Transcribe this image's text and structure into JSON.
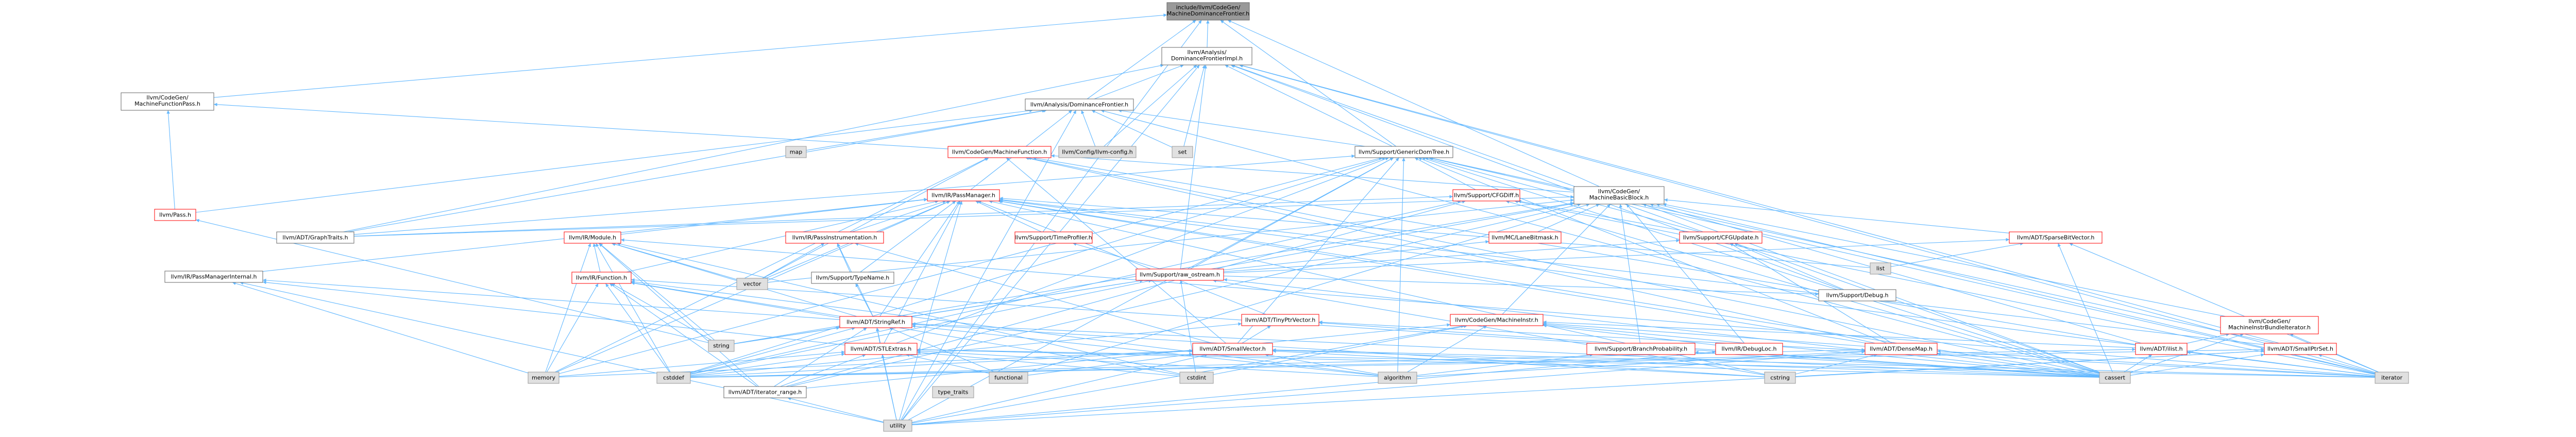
{
  "nodes": [
    {
      "id": "root",
      "label": "include/llvm/CodeGen/MachineDominanceFrontier.h",
      "style": "root"
    },
    {
      "id": "domfrontierimpl",
      "label": "llvm/Analysis/DominanceFrontierImpl.h",
      "style": "link"
    },
    {
      "id": "machinefunctionpass",
      "label": "llvm/CodeGen/MachineFunctionPass.h",
      "style": "link"
    },
    {
      "id": "domfrontier",
      "label": "llvm/Analysis/DominanceFrontier.h",
      "style": "link"
    },
    {
      "id": "map",
      "label": "map",
      "style": "sys"
    },
    {
      "id": "config",
      "label": "llvm/Config/llvm-config.h",
      "style": "sys"
    },
    {
      "id": "set",
      "label": "set",
      "style": "sys"
    },
    {
      "id": "cgmachinefunction",
      "label": "llvm/CodeGen/MachineFunction.h",
      "style": "red"
    },
    {
      "id": "genericdomtree",
      "label": "llvm/Support/GenericDomTree.h",
      "style": "link"
    },
    {
      "id": "irpassmanager",
      "label": "llvm/IR/PassManager.h",
      "style": "red"
    },
    {
      "id": "cfgdiff",
      "label": "llvm/Support/CFGDiff.h",
      "style": "red"
    },
    {
      "id": "machinebasicblock",
      "label": "llvm/CodeGen/MachineBasicBlock.h",
      "style": "link"
    },
    {
      "id": "pass",
      "label": "llvm/Pass.h",
      "style": "red"
    },
    {
      "id": "graphtraits",
      "label": "llvm/ADT/GraphTraits.h",
      "style": "link"
    },
    {
      "id": "irmodule",
      "label": "llvm/IR/Module.h",
      "style": "red"
    },
    {
      "id": "passinstr",
      "label": "llvm/IR/PassInstrumentation.h",
      "style": "red"
    },
    {
      "id": "timeprofiler",
      "label": "llvm/Support/TimeProfiler.h",
      "style": "red"
    },
    {
      "id": "lanebitmask",
      "label": "llvm/MC/LaneBitmask.h",
      "style": "red"
    },
    {
      "id": "cfgupdate",
      "label": "llvm/Support/CFGUpdate.h",
      "style": "red"
    },
    {
      "id": "sparsebitvector",
      "label": "llvm/ADT/SparseBitVector.h",
      "style": "red"
    },
    {
      "id": "list",
      "label": "list",
      "style": "sys"
    },
    {
      "id": "pmininternal",
      "label": "llvm/IR/PassManagerInternal.h",
      "style": "link"
    },
    {
      "id": "irfunction",
      "label": "llvm/IR/Function.h",
      "style": "red"
    },
    {
      "id": "vector",
      "label": "vector",
      "style": "sys"
    },
    {
      "id": "typename",
      "label": "llvm/Support/TypeName.h",
      "style": "link"
    },
    {
      "id": "rawostream",
      "label": "llvm/Support/raw_ostream.h",
      "style": "red"
    },
    {
      "id": "debug",
      "label": "llvm/Support/Debug.h",
      "style": "link"
    },
    {
      "id": "tinyptrvector",
      "label": "llvm/ADT/TinyPtrVector.h",
      "style": "red"
    },
    {
      "id": "machineinstr",
      "label": "llvm/CodeGen/MachineInstr.h",
      "style": "red"
    },
    {
      "id": "bundleiter",
      "label": "llvm/CodeGen/MachineInstrBundleIterator.h",
      "style": "red"
    },
    {
      "id": "stringref",
      "label": "llvm/ADT/StringRef.h",
      "style": "red"
    },
    {
      "id": "string",
      "label": "string",
      "style": "sys"
    },
    {
      "id": "stlextras",
      "label": "llvm/ADT/STLExtras.h",
      "style": "red"
    },
    {
      "id": "smallvector",
      "label": "llvm/ADT/SmallVector.h",
      "style": "red"
    },
    {
      "id": "branchprob",
      "label": "llvm/Support/BranchProbability.h",
      "style": "red"
    },
    {
      "id": "debugloc",
      "label": "llvm/IR/DebugLoc.h",
      "style": "red"
    },
    {
      "id": "densemap",
      "label": "llvm/ADT/DenseMap.h",
      "style": "red"
    },
    {
      "id": "ilist",
      "label": "llvm/ADT/ilist.h",
      "style": "red"
    },
    {
      "id": "smallptrset",
      "label": "llvm/ADT/SmallPtrSet.h",
      "style": "red"
    },
    {
      "id": "memory",
      "label": "memory",
      "style": "sys"
    },
    {
      "id": "cstddef",
      "label": "cstddef",
      "style": "sys"
    },
    {
      "id": "iterrange",
      "label": "llvm/ADT/iterator_range.h",
      "style": "link"
    },
    {
      "id": "typetraits",
      "label": "type_traits",
      "style": "sys"
    },
    {
      "id": "functional",
      "label": "functional",
      "style": "sys"
    },
    {
      "id": "cstdint",
      "label": "cstdint",
      "style": "sys"
    },
    {
      "id": "algorithm",
      "label": "algorithm",
      "style": "sys"
    },
    {
      "id": "cstring",
      "label": "cstring",
      "style": "sys"
    },
    {
      "id": "cassert",
      "label": "cassert",
      "style": "sys"
    },
    {
      "id": "iterator",
      "label": "iterator",
      "style": "sys"
    },
    {
      "id": "utility",
      "label": "utility",
      "style": "sys"
    }
  ],
  "edges": [
    [
      "root",
      "domfrontierimpl"
    ],
    [
      "root",
      "machinefunctionpass"
    ],
    [
      "root",
      "domfrontier"
    ],
    [
      "root",
      "machinebasicblock"
    ],
    [
      "root",
      "genericdomtree"
    ],
    [
      "root",
      "utility"
    ],
    [
      "domfrontierimpl",
      "domfrontier"
    ],
    [
      "domfrontierimpl",
      "genericdomtree"
    ],
    [
      "domfrontierimpl",
      "config"
    ],
    [
      "domfrontierimpl",
      "set"
    ],
    [
      "domfrontierimpl",
      "rawostream"
    ],
    [
      "domfrontierimpl",
      "debug"
    ],
    [
      "domfrontierimpl",
      "cassert"
    ],
    [
      "domfrontierimpl",
      "iterator"
    ],
    [
      "domfrontierimpl",
      "utility"
    ],
    [
      "domfrontierimpl",
      "graphtraits"
    ],
    [
      "domfrontierimpl",
      "smallptrset"
    ],
    [
      "machinefunctionpass",
      "cgmachinefunction"
    ],
    [
      "machinefunctionpass",
      "pass"
    ],
    [
      "domfrontier",
      "map"
    ],
    [
      "domfrontier",
      "config"
    ],
    [
      "domfrontier",
      "set"
    ],
    [
      "domfrontier",
      "genericdomtree"
    ],
    [
      "domfrontier",
      "graphtraits"
    ],
    [
      "domfrontier",
      "irpassmanager"
    ],
    [
      "domfrontier",
      "pass"
    ],
    [
      "domfrontier",
      "cassert"
    ],
    [
      "domfrontier",
      "utility"
    ],
    [
      "cgmachinefunction",
      "machinebasicblock"
    ],
    [
      "cgmachinefunction",
      "densemap"
    ],
    [
      "cgmachinefunction",
      "smallvector"
    ],
    [
      "cgmachinefunction",
      "ilist"
    ],
    [
      "cgmachinefunction",
      "memory"
    ],
    [
      "cgmachinefunction",
      "vector"
    ],
    [
      "cgmachinefunction",
      "cassert"
    ],
    [
      "genericdomtree",
      "cfgdiff"
    ],
    [
      "genericdomtree",
      "cfgupdate"
    ],
    [
      "genericdomtree",
      "rawostream"
    ],
    [
      "genericdomtree",
      "densemap"
    ],
    [
      "genericdomtree",
      "graphtraits"
    ],
    [
      "genericdomtree",
      "smallptrset"
    ],
    [
      "genericdomtree",
      "smallvector"
    ],
    [
      "genericdomtree",
      "stlextras"
    ],
    [
      "genericdomtree",
      "algorithm"
    ],
    [
      "genericdomtree",
      "cassert"
    ],
    [
      "genericdomtree",
      "cstddef"
    ],
    [
      "genericdomtree",
      "iterator"
    ],
    [
      "genericdomtree",
      "memory"
    ],
    [
      "genericdomtree",
      "type_traits_dummy"
    ],
    [
      "genericdomtree",
      "utility"
    ],
    [
      "irpassmanager",
      "irfunction"
    ],
    [
      "irpassmanager",
      "irmodule"
    ],
    [
      "irpassmanager",
      "passinstr"
    ],
    [
      "irpassmanager",
      "pmininternal"
    ],
    [
      "irpassmanager",
      "timeprofiler"
    ],
    [
      "irpassmanager",
      "typename"
    ],
    [
      "irpassmanager",
      "densemap"
    ],
    [
      "irpassmanager",
      "stlextras"
    ],
    [
      "irpassmanager",
      "smallptrset"
    ],
    [
      "irpassmanager",
      "stringref"
    ],
    [
      "irpassmanager",
      "tinyptrvector"
    ],
    [
      "irpassmanager",
      "cassert"
    ],
    [
      "irpassmanager",
      "cstring"
    ],
    [
      "irpassmanager",
      "iterator"
    ],
    [
      "irpassmanager",
      "list"
    ],
    [
      "irpassmanager",
      "memory"
    ],
    [
      "irpassmanager",
      "tuple_dummy"
    ],
    [
      "irpassmanager",
      "type_traits_dummy"
    ],
    [
      "irpassmanager",
      "utility"
    ],
    [
      "irpassmanager",
      "vector"
    ],
    [
      "cfgdiff",
      "graphtraits"
    ],
    [
      "cfgdiff",
      "iterrange"
    ],
    [
      "cfgdiff",
      "cfgupdate"
    ],
    [
      "cfgdiff",
      "cassert"
    ],
    [
      "cfgdiff",
      "cstddef"
    ],
    [
      "cfgdiff",
      "iterator"
    ],
    [
      "machinebasicblock",
      "graphtraits"
    ],
    [
      "machinebasicblock",
      "sparsebitvector"
    ],
    [
      "machinebasicblock",
      "ilist"
    ],
    [
      "machinebasicblock",
      "iterrange"
    ],
    [
      "machinebasicblock",
      "machineinstr"
    ],
    [
      "machinebasicblock",
      "bundleiter"
    ],
    [
      "machinebasicblock",
      "debugloc"
    ],
    [
      "machinebasicblock",
      "lanebitmask"
    ],
    [
      "machinebasicblock",
      "branchprob"
    ],
    [
      "machinebasicblock",
      "rawostream"
    ],
    [
      "machinebasicblock",
      "cassert"
    ],
    [
      "machinebasicblock",
      "functional"
    ],
    [
      "machinebasicblock",
      "iterator"
    ],
    [
      "machinebasicblock",
      "string"
    ],
    [
      "machinebasicblock",
      "vector"
    ],
    [
      "pass",
      "string"
    ],
    [
      "pmininternal",
      "stlextras"
    ],
    [
      "pmininternal",
      "stringref"
    ],
    [
      "pmininternal",
      "memory"
    ],
    [
      "pmininternal",
      "utility"
    ],
    [
      "irmodule",
      "irfunction"
    ],
    [
      "irmodule",
      "stringref"
    ],
    [
      "irmodule",
      "iterrange"
    ],
    [
      "irmodule",
      "cstddef"
    ],
    [
      "irmodule",
      "cstdint"
    ],
    [
      "irmodule",
      "iterator"
    ],
    [
      "irmodule",
      "memory"
    ],
    [
      "irmodule",
      "string"
    ],
    [
      "irmodule",
      "vector"
    ],
    [
      "irfunction",
      "stringref"
    ],
    [
      "irfunction",
      "iterrange"
    ],
    [
      "irfunction",
      "algorithm"
    ],
    [
      "irfunction",
      "cassert"
    ],
    [
      "irfunction",
      "cstddef"
    ],
    [
      "irfunction",
      "cstdint"
    ],
    [
      "irfunction",
      "memory"
    ],
    [
      "irfunction",
      "string"
    ],
    [
      "passinstr",
      "stringref"
    ],
    [
      "passinstr",
      "smallvector"
    ],
    [
      "passinstr",
      "typename"
    ],
    [
      "passinstr",
      "type_traits_dummy"
    ],
    [
      "passinstr",
      "vector"
    ],
    [
      "timeprofiler",
      "rawostream"
    ],
    [
      "typename",
      "stringref"
    ],
    [
      "lanebitmask",
      "rawostream"
    ],
    [
      "cfgupdate",
      "debug"
    ],
    [
      "cfgupdate",
      "rawostream"
    ],
    [
      "cfgupdate",
      "densemap"
    ],
    [
      "sparsebitvector",
      "rawostream"
    ],
    [
      "sparsebitvector",
      "cassert"
    ],
    [
      "sparsebitvector",
      "iterator"
    ],
    [
      "sparsebitvector",
      "list"
    ],
    [
      "rawostream",
      "stringref"
    ],
    [
      "rawostream",
      "cassert"
    ],
    [
      "rawostream",
      "cstddef"
    ],
    [
      "rawostream",
      "cstdint"
    ],
    [
      "rawostream",
      "cstring"
    ],
    [
      "rawostream",
      "string"
    ],
    [
      "rawostream",
      "type_traits_dummy"
    ],
    [
      "debug",
      "rawostream"
    ],
    [
      "tinyptrvector",
      "smallvector"
    ],
    [
      "tinyptrvector",
      "cassert"
    ],
    [
      "tinyptrvector",
      "cstddef"
    ],
    [
      "tinyptrvector",
      "iterator"
    ],
    [
      "tinyptrvector",
      "type_traits_dummy"
    ],
    [
      "machineinstr",
      "densemap"
    ],
    [
      "machineinstr",
      "ilist"
    ],
    [
      "machineinstr",
      "iterrange"
    ],
    [
      "machineinstr",
      "debugloc"
    ],
    [
      "machineinstr",
      "algorithm"
    ],
    [
      "machineinstr",
      "cassert"
    ],
    [
      "machineinstr",
      "cstdint"
    ],
    [
      "machineinstr",
      "utility"
    ],
    [
      "bundleiter",
      "ilist"
    ],
    [
      "bundleiter",
      "cassert"
    ],
    [
      "bundleiter",
      "iterator"
    ],
    [
      "bundleiter",
      "type_traits_dummy"
    ],
    [
      "stringref",
      "stlextras"
    ],
    [
      "stringref",
      "iterrange"
    ],
    [
      "stringref",
      "algorithm"
    ],
    [
      "stringref",
      "cassert"
    ],
    [
      "stringref",
      "cstddef"
    ],
    [
      "stringref",
      "cstring"
    ],
    [
      "stringref",
      "functional"
    ],
    [
      "stringref",
      "string"
    ],
    [
      "stringref",
      "utility"
    ],
    [
      "stlextras",
      "iterrange"
    ],
    [
      "stlextras",
      "algorithm"
    ],
    [
      "stlextras",
      "cassert"
    ],
    [
      "stlextras",
      "cstddef"
    ],
    [
      "stlextras",
      "cstdint"
    ],
    [
      "stlextras",
      "cstdlib_dummy"
    ],
    [
      "stlextras",
      "functional"
    ],
    [
      "stlextras",
      "iterator"
    ],
    [
      "stlextras",
      "memory"
    ],
    [
      "stlextras",
      "type_traits_dummy"
    ],
    [
      "stlextras",
      "utility"
    ],
    [
      "smallvector",
      "algorithm"
    ],
    [
      "smallvector",
      "cassert"
    ],
    [
      "smallvector",
      "cstddef"
    ],
    [
      "smallvector",
      "cstring"
    ],
    [
      "smallvector",
      "functional"
    ],
    [
      "smallvector",
      "iterator"
    ],
    [
      "smallvector",
      "memory"
    ],
    [
      "smallvector",
      "type_traits_dummy"
    ],
    [
      "smallvector",
      "utility"
    ],
    [
      "branchprob",
      "algorithm"
    ],
    [
      "branchprob",
      "cassert"
    ],
    [
      "debugloc",
      "utility"
    ],
    [
      "densemap",
      "algorithm"
    ],
    [
      "densemap",
      "cassert"
    ],
    [
      "densemap",
      "cstddef"
    ],
    [
      "densemap",
      "cstring"
    ],
    [
      "densemap",
      "iterator"
    ],
    [
      "densemap",
      "type_traits_dummy"
    ],
    [
      "densemap",
      "utility"
    ],
    [
      "ilist",
      "cassert"
    ],
    [
      "ilist",
      "cstddef"
    ],
    [
      "ilist",
      "iterator"
    ],
    [
      "smallptrset",
      "cassert"
    ],
    [
      "smallptrset",
      "cstddef"
    ],
    [
      "smallptrset",
      "cstring"
    ],
    [
      "smallptrset",
      "iterator"
    ],
    [
      "smallptrset",
      "utility"
    ],
    [
      "iterrange",
      "utility"
    ]
  ],
  "colors": {
    "edge": "#63b8ff",
    "root_fill": "#999999",
    "link_stroke": "#666666",
    "red_stroke": "#ff0000",
    "sys_fill": "#e0e0e0",
    "sys_stroke": "#999999",
    "text": "#000000"
  }
}
